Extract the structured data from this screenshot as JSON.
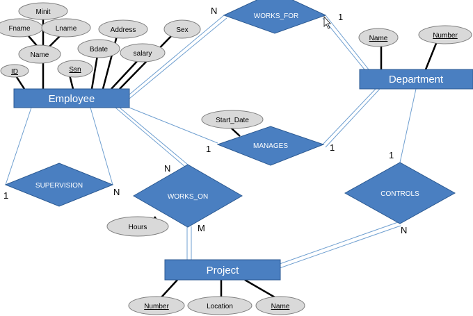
{
  "entities": {
    "employee": "Employee",
    "department": "Department",
    "project": "Project"
  },
  "relationships": {
    "works_for": "WORKS_FOR",
    "manages": "MANAGES",
    "supervision": "SUPERVISION",
    "works_on": "WORKS_ON",
    "controls": "CONTROLS"
  },
  "attributes": {
    "minit": "Minit",
    "fname": "Fname",
    "lname": "Lname",
    "name_emp": "Name",
    "address": "Address",
    "sex": "Sex",
    "bdate": "Bdate",
    "salary": "salary",
    "id": "ID",
    "ssn": "Ssn",
    "dept_name": "Name",
    "dept_number": "Number",
    "start_date": "Start_Date",
    "hours": "Hours",
    "proj_number": "Number",
    "location": "Location",
    "proj_name": "Name"
  },
  "cardinalities": {
    "works_for_emp": "N",
    "works_for_dept": "1",
    "manages_emp": "1",
    "manages_dept": "1",
    "supervision_left": "1",
    "supervision_right": "N",
    "works_on_emp": "N",
    "works_on_proj": "M",
    "controls_dept": "1",
    "controls_proj": "N"
  }
}
